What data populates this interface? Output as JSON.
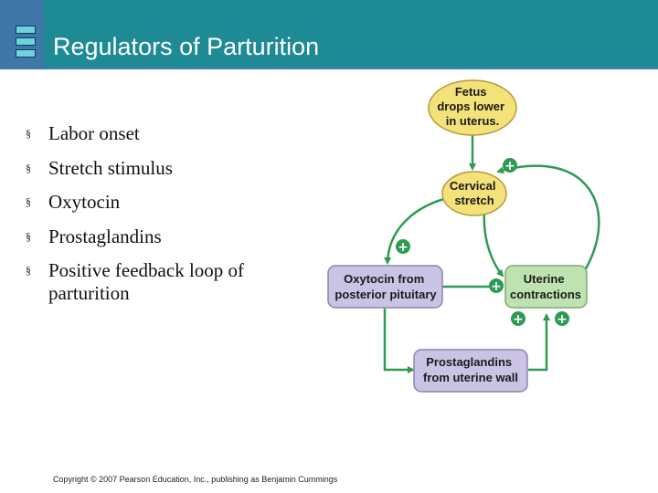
{
  "slide": {
    "title": "Regulators of Parturition",
    "bullets": [
      "Labor onset",
      "Stretch stimulus",
      "Oxytocin",
      "Prostaglandins",
      "Positive feedback loop of parturition"
    ],
    "copyright": "Copyright © 2007 Pearson Education, Inc., publishing as Benjamin Cummings"
  },
  "diagram": {
    "nodes": {
      "fetus": [
        "Fetus",
        "drops lower",
        "in uterus."
      ],
      "cervical": [
        "Cervical",
        "stretch"
      ],
      "oxytocin": [
        "Oxytocin from",
        "posterior pituitary"
      ],
      "uterine": [
        "Uterine",
        "contractions"
      ],
      "prostaglandins": [
        "Prostaglandins",
        "from uterine wall"
      ]
    },
    "plus_symbol": "+",
    "colors": {
      "header": "#1e8a93",
      "arrow": "#2e9a52",
      "yellow_node": "#f3e27a",
      "purple_node": "#cbc3e3",
      "green_node": "#bfe3b0"
    }
  }
}
